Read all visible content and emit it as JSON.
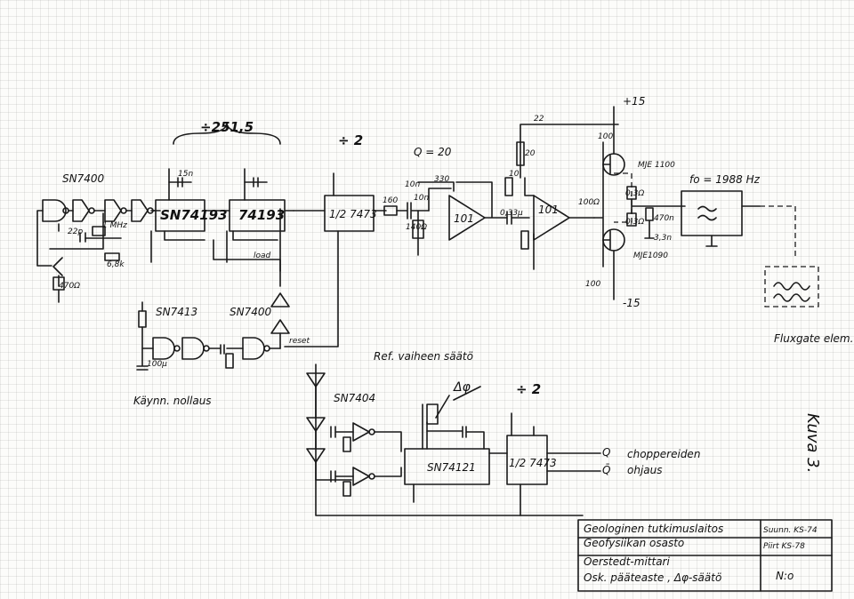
{
  "labels": {
    "divide_2515": "÷251,5",
    "divide_2_top": "÷ 2",
    "divide_2_bottom": "÷ 2",
    "q20": "Q = 20",
    "sn7400_top": "SN7400",
    "sn74193": "SN74193",
    "c74193": "74193",
    "c7473_top": "1/2 7473",
    "opamp1": "101",
    "opamp2": "101",
    "mje1100": "MJE 1100",
    "mje1090": "MJE1090",
    "freq": "fo = 1988 Hz",
    "plus15_top": "+15",
    "minus15_bottom": "-15",
    "osc_freq": "1 MHz",
    "sn7413": "SN7413",
    "sn7400_mid": "SN7400",
    "sn7404": "SN7404",
    "sn74121": "SN74121",
    "c7473_bottom": "1/2 7473",
    "load": "load",
    "reset": "reset",
    "ref_phase": "Ref. vaiheen säätö",
    "delta_phi": "Δφ",
    "startup_reset": "Käynn. nollaus",
    "chopper_control_1": "choppereiden",
    "chopper_control_2": "ohjaus",
    "output_q": "Q",
    "output_qbar": "Q̄",
    "fluxgate": "Fluxgate elem.",
    "figure": "Kuva 3.",
    "r470": "470Ω",
    "r6k8": "6,8k",
    "c22p": "22p",
    "c100u": "100µ",
    "r22": "22",
    "r20": "20",
    "r10": "10",
    "r100": "100",
    "r100b": "100",
    "c033": "0,33µ",
    "r100_ohm": "100Ω",
    "r160": "160",
    "r140": "140Ω",
    "c10n_a": "10n",
    "c10n_b": "10n",
    "c330": "330",
    "c15n": "15n",
    "r03": "0,3Ω",
    "r03b": "0,3Ω",
    "r470n": "470n",
    "c33n": "3,3n"
  },
  "title_block": {
    "institute": "Geologinen tutkimuslaitos",
    "dept": "Geofysiikan osasto",
    "name": "Oerstedt-mittari",
    "subtitle": "Osk. pääteaste , Δφ-säätö",
    "designed": "Suunn. KS-74",
    "drawn": "Piirt KS-78",
    "number": "N:o"
  }
}
